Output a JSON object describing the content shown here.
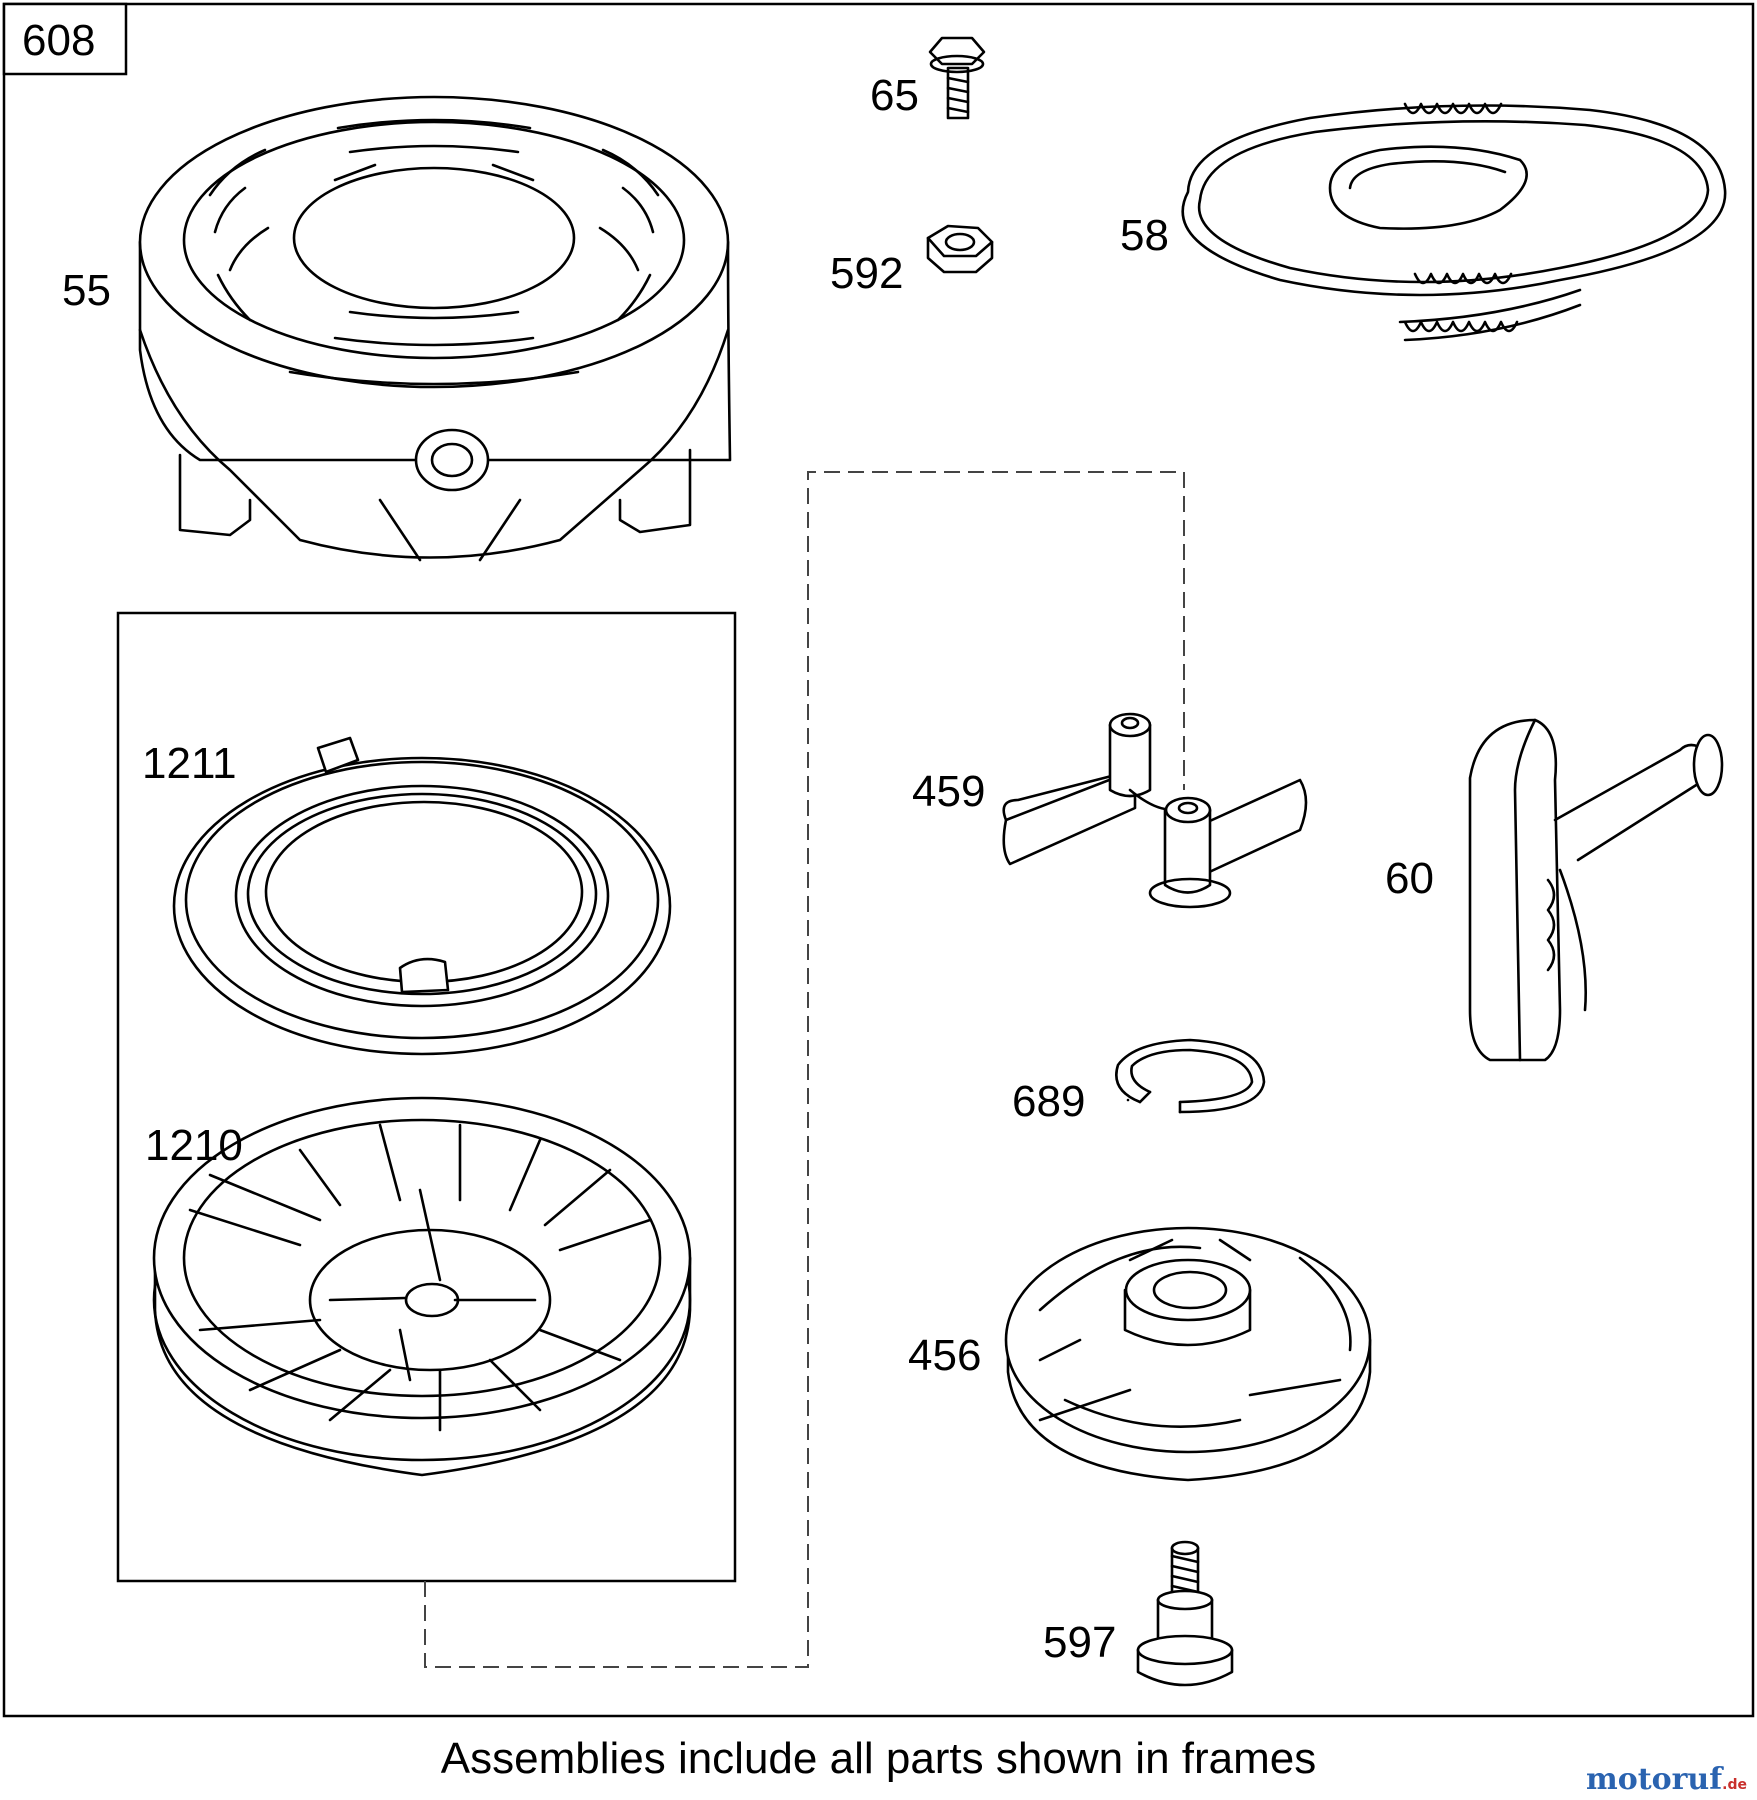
{
  "diagram_number": "608",
  "caption": "Assemblies include all parts shown in frames",
  "watermark": {
    "text": "motoruf",
    "suffix": ".de"
  },
  "parts": [
    {
      "id": "55",
      "label": "55"
    },
    {
      "id": "65",
      "label": "65"
    },
    {
      "id": "592",
      "label": "592"
    },
    {
      "id": "58",
      "label": "58"
    },
    {
      "id": "1211",
      "label": "1211"
    },
    {
      "id": "1210",
      "label": "1210"
    },
    {
      "id": "459",
      "label": "459"
    },
    {
      "id": "60",
      "label": "60"
    },
    {
      "id": "689",
      "label": "689"
    },
    {
      "id": "456",
      "label": "456"
    },
    {
      "id": "597",
      "label": "597"
    }
  ]
}
